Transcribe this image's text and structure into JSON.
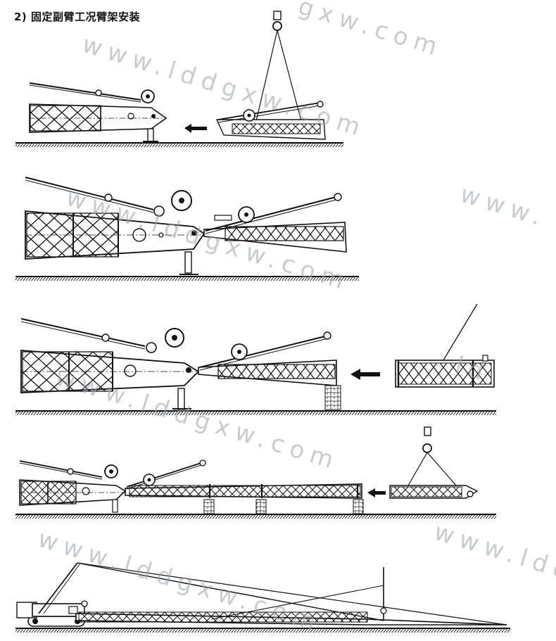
{
  "title": "2) 固定副臂工况臂架安装",
  "watermark": {
    "line1": "www.lddgxw.com",
    "line2": "gxw.com",
    "line3": "www.lddgxw.com",
    "line4": "www.lddgxw.com",
    "line5": "www.lddgxw.com",
    "line6": "www.ldd",
    "line7": "www.",
    "line8": "ld"
  },
  "steps": [
    {
      "id": 1,
      "description_icon": "lift-jib-with-crane-hook"
    },
    {
      "id": 2,
      "description_icon": "connect-jib-to-main-boom"
    },
    {
      "id": 3,
      "description_icon": "insert-jib-section"
    },
    {
      "id": 4,
      "description_icon": "add-jib-top-section"
    },
    {
      "id": 5,
      "description_icon": "raise-full-boom"
    }
  ],
  "colors": {
    "line": "#111111",
    "ground": "#222222",
    "watermark": "#9aa3ab"
  }
}
